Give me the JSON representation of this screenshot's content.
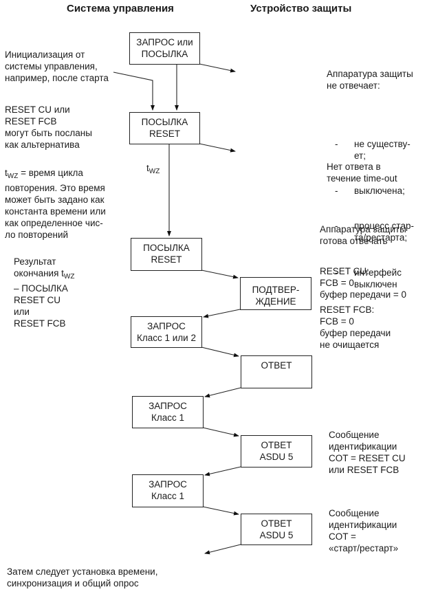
{
  "headers": {
    "left": "Система управления",
    "right": "Устройство защиты"
  },
  "boxes": [
    {
      "line1": "ЗАПРОС или",
      "line2": "ПОСЫЛКА"
    },
    {
      "line1": "ПОСЫЛКА",
      "line2": "RESET"
    },
    {
      "line1": "ПОСЫЛКА",
      "line2": "RESET"
    },
    {
      "line1": "ПОДТВЕР-",
      "line2": "ЖДЕНИЕ"
    },
    {
      "line1": "ЗАПРОС",
      "line2": "Класс 1 или 2"
    },
    {
      "line1": "ОТВЕТ",
      "line2": ""
    },
    {
      "line1": "ЗАПРОС",
      "line2": "Класс 1"
    },
    {
      "line1": "ОТВЕТ",
      "line2": "ASDU 5"
    },
    {
      "line1": "ЗАПРОС",
      "line2": "Класс 1"
    },
    {
      "line1": "ОТВЕТ",
      "line2": "ASDU 5"
    }
  ],
  "left_notes": {
    "init": "Инициализация от\nсистемы управления,\nнапример, после старта",
    "reset_alt": "RESET CU или\nRESET FCB\nмогут быть посланы\nкак альтернатива",
    "twz_symbol": "t",
    "twz_sub": "WZ",
    "twz_desc_rest": " = время цикла\nповторения. Это время\nможет быть задано как\nконстанта времени или\nкак определенное чис-\nло повторений",
    "result_line1": "Результат",
    "result_line2": "окончания t",
    "result_sub": "WZ",
    "result_rest": "– ПОСЫЛКА\nRESET CU\nили\nRESET FCB",
    "footer": "Затем следует установка времени,\nсинхронизация и общий опрос"
  },
  "arrow_label": {
    "symbol": "t",
    "sub": "WZ"
  },
  "right_notes": {
    "no_answer_title": "Аппаратура защиты\nне отвечает:",
    "no_answer_items": [
      "не существу-\nет;",
      "выключена;",
      "процесс стар-\nта/рестарта;",
      "интерфейс\nвыключен"
    ],
    "timeout": "Нет ответа в\nтечение time-out",
    "ready": "Аппаратура защиты\nготова отвечать",
    "reset_cu": "RESET CU:\nFCB = 0\nбуфер передачи = 0",
    "reset_fcb": "RESET FCB:\nFCB = 0\nбуфер передачи\nне очищается",
    "ident1": "Сообщение\nидентификации\nCOT = RESET CU\nили RESET FCB",
    "ident2": "Сообщение\nидентификации\nCOT =\n«старт/рестарт»"
  }
}
